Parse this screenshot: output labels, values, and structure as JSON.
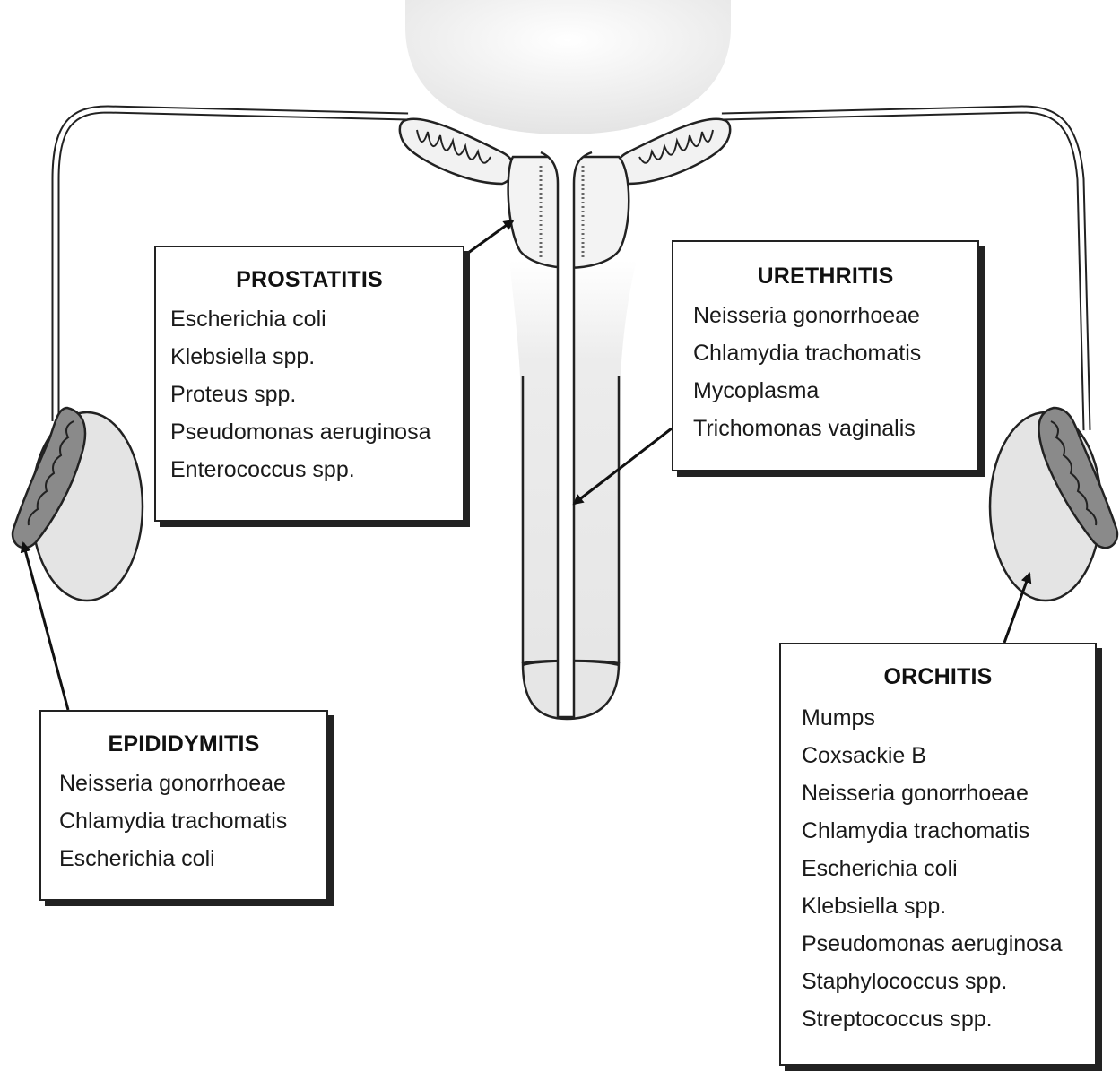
{
  "diagram": {
    "boxes": {
      "prostatitis": {
        "title": "PROSTATITIS",
        "items": [
          "Escherichia coli",
          "Klebsiella spp.",
          "Proteus spp.",
          "Pseudomonas aeruginosa",
          "Enterococcus spp."
        ]
      },
      "urethritis": {
        "title": "URETHRITIS",
        "items": [
          "Neisseria gonorrhoeae",
          "Chlamydia trachomatis",
          "Mycoplasma",
          "Trichomonas vaginalis"
        ]
      },
      "epididymitis": {
        "title": "EPIDIDYMITIS",
        "items": [
          "Neisseria gonorrhoeae",
          "Chlamydia trachomatis",
          "Escherichia coli"
        ]
      },
      "orchitis": {
        "title": "ORCHITIS",
        "items": [
          "Mumps",
          "Coxsackie B",
          "Neisseria gonorrhoeae",
          "Chlamydia trachomatis",
          "Escherichia coli",
          "Klebsiella spp.",
          "Pseudomonas aeruginosa",
          "Staphylococcus spp.",
          "Streptococcus spp."
        ]
      }
    },
    "colors": {
      "line": "#222222",
      "organ_fill": "#e8e8e8",
      "epididymis_fill": "#8a8a8a",
      "background": "#ffffff"
    }
  }
}
